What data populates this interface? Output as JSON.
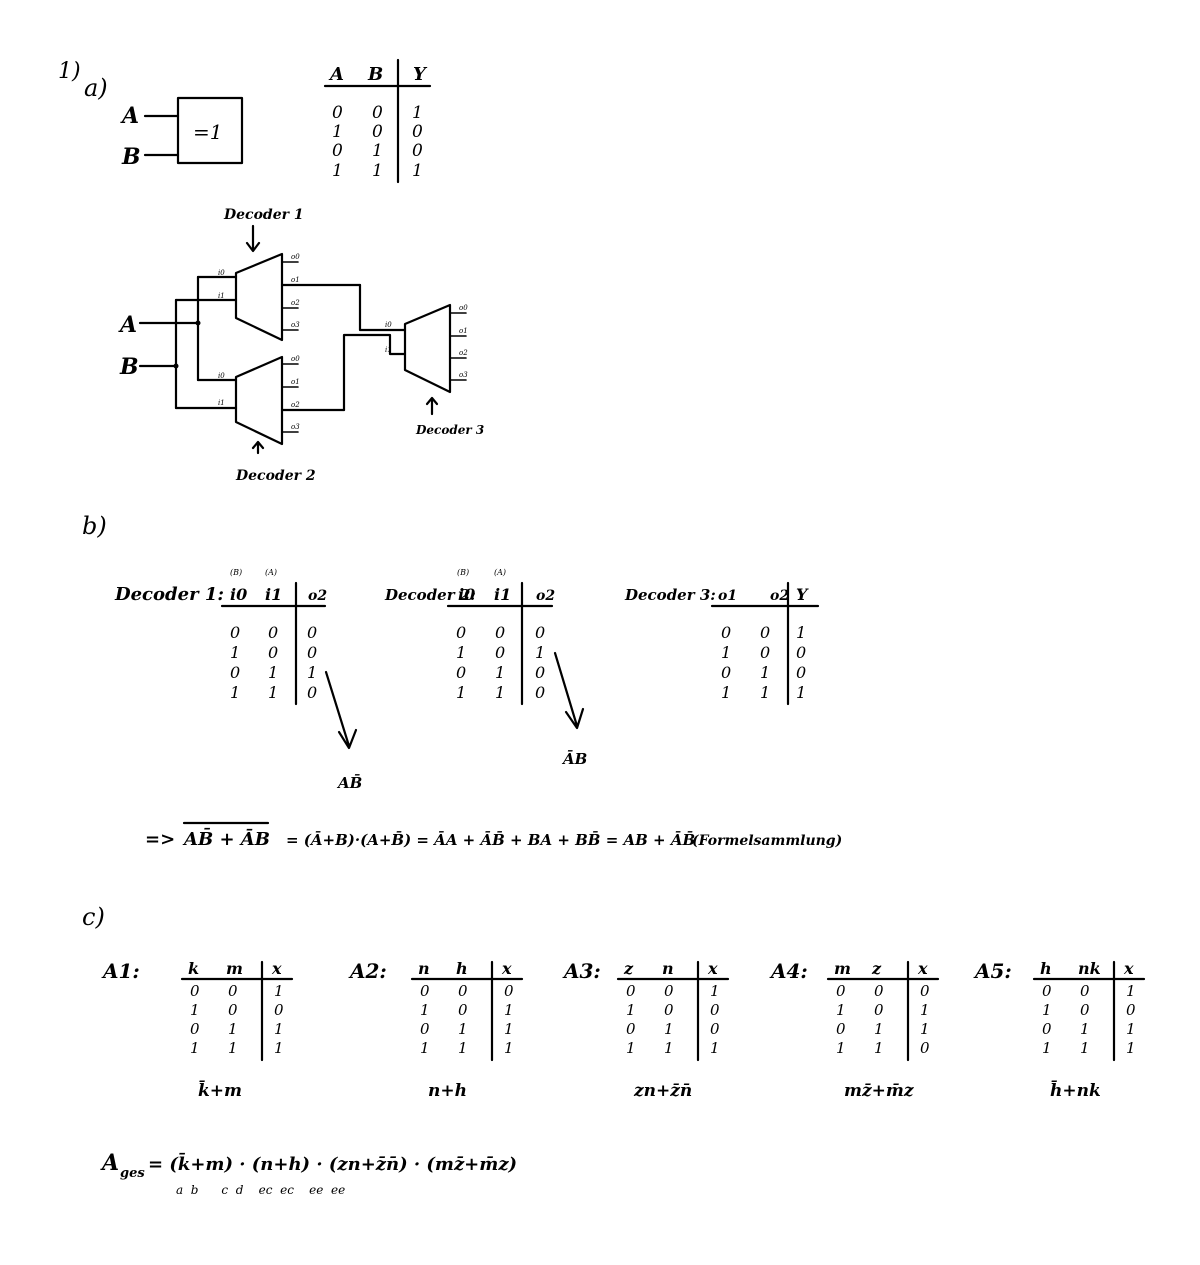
{
  "section_a": {
    "number": "1)",
    "label": "a)",
    "gate": {
      "input_a": "A",
      "input_b": "B",
      "symbol": "=1"
    },
    "truth_table": {
      "headers": [
        "A",
        "B",
        "Y"
      ],
      "rows": [
        [
          "0",
          "0",
          "1"
        ],
        [
          "1",
          "0",
          "0"
        ],
        [
          "0",
          "1",
          "0"
        ],
        [
          "1",
          "1",
          "1"
        ]
      ]
    },
    "circuit": {
      "input_a": "A",
      "input_b": "B",
      "decoder1_label": "Decoder 1",
      "decoder2_label": "Decoder 2",
      "decoder3_label": "Decoder 3",
      "dec_in0": "i0",
      "dec_in1": "i1",
      "dec_out0": "o0",
      "dec_out1": "o1",
      "dec_out2": "o2",
      "dec_out3": "o3"
    }
  },
  "section_b": {
    "label": "b)",
    "decoder1": {
      "label": "Decoder 1:",
      "col_notes": [
        "(B)",
        "(A)"
      ],
      "headers": [
        "i0",
        "i1",
        "o2"
      ],
      "rows": [
        [
          "0",
          "0",
          "0"
        ],
        [
          "1",
          "0",
          "0"
        ],
        [
          "0",
          "1",
          "1"
        ],
        [
          "1",
          "1",
          "0"
        ]
      ],
      "result": "AB̄"
    },
    "decoder2": {
      "label": "Decoder 2:",
      "col_notes": [
        "(B)",
        "(A)"
      ],
      "headers": [
        "i0",
        "i1",
        "o2"
      ],
      "rows": [
        [
          "0",
          "0",
          "0"
        ],
        [
          "1",
          "0",
          "1"
        ],
        [
          "0",
          "1",
          "0"
        ],
        [
          "1",
          "1",
          "0"
        ]
      ],
      "result": "ĀB"
    },
    "decoder3": {
      "label": "Decoder 3:",
      "headers": [
        "o1",
        "o2",
        "Y"
      ],
      "rows": [
        [
          "0",
          "0",
          "1"
        ],
        [
          "1",
          "0",
          "0"
        ],
        [
          "0",
          "1",
          "0"
        ],
        [
          "1",
          "1",
          "1"
        ]
      ]
    },
    "derivation": {
      "arrow": "=>",
      "lhs": "AB̄ + ĀB",
      "rhs": "= (Ā+B)·(A+B̄) = ĀA + ĀB̄ + BA + BB̄ = AB + ĀB̄",
      "note": "(Formelsammlung)"
    }
  },
  "section_c": {
    "label": "c)",
    "tables": [
      {
        "name": "A1:",
        "headers": [
          "k",
          "m",
          "x"
        ],
        "rows": [
          [
            "0",
            "0",
            "1"
          ],
          [
            "1",
            "0",
            "0"
          ],
          [
            "0",
            "1",
            "1"
          ],
          [
            "1",
            "1",
            "1"
          ]
        ],
        "expr": "k̄+m"
      },
      {
        "name": "A2:",
        "headers": [
          "n",
          "h",
          "x"
        ],
        "rows": [
          [
            "0",
            "0",
            "0"
          ],
          [
            "1",
            "0",
            "1"
          ],
          [
            "0",
            "1",
            "1"
          ],
          [
            "1",
            "1",
            "1"
          ]
        ],
        "expr": "n+h"
      },
      {
        "name": "A3:",
        "headers": [
          "z",
          "n",
          "x"
        ],
        "rows": [
          [
            "0",
            "0",
            "1"
          ],
          [
            "1",
            "0",
            "0"
          ],
          [
            "0",
            "1",
            "0"
          ],
          [
            "1",
            "1",
            "1"
          ]
        ],
        "expr": "zn+z̄n̄"
      },
      {
        "name": "A4:",
        "headers": [
          "m",
          "z",
          "x"
        ],
        "rows": [
          [
            "0",
            "0",
            "0"
          ],
          [
            "1",
            "0",
            "1"
          ],
          [
            "0",
            "1",
            "1"
          ],
          [
            "1",
            "1",
            "0"
          ]
        ],
        "expr": "mz̄+m̄z"
      },
      {
        "name": "A5:",
        "headers": [
          "h",
          "nk",
          "x"
        ],
        "rows": [
          [
            "0",
            "0",
            "1"
          ],
          [
            "1",
            "0",
            "0"
          ],
          [
            "0",
            "1",
            "1"
          ],
          [
            "1",
            "1",
            "1"
          ]
        ],
        "expr": "h̄+nk"
      }
    ],
    "total": {
      "lhs": "A",
      "lhs_sub": "ges",
      "rhs": "= (k̄+m) · (n+h) · (zn+z̄n̄) · (mz̄+m̄z)",
      "annotation": "a  b      c  d    ec  ec    ee  ee"
    }
  }
}
